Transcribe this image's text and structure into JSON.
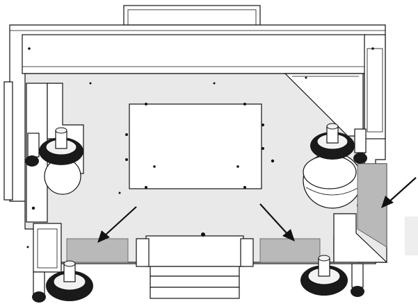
{
  "colors": {
    "frame": "#111111",
    "panel": "#e9e9e9",
    "pad_highlight": "#b9b9b9",
    "tire": "#1a1a1a",
    "background": "#ffffff"
  },
  "callouts": {
    "count": 3,
    "targets": [
      "left-pad",
      "center-pad",
      "right-side-pad"
    ]
  }
}
